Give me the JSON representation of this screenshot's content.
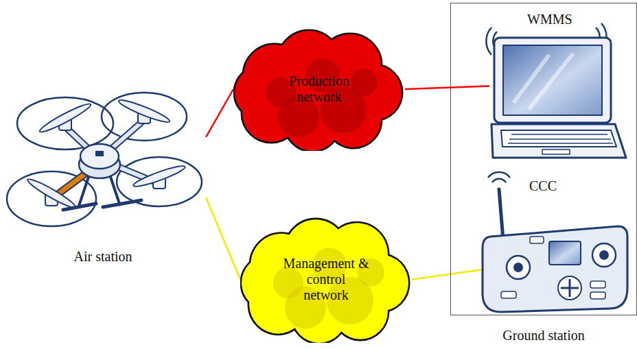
{
  "diagram": {
    "nodes": [
      {
        "text": [
          "Air station"
        ]
      },
      {
        "text": [
          "Production network"
        ]
      },
      {
        "text": [
          "Management & control network"
        ]
      },
      {
        "text": [
          "Ground station"
        ]
      },
      {
        "text": [
          "WMMS"
        ],
        "in": 3
      },
      {
        "text": [
          "CCC"
        ],
        "in": 3
      }
    ],
    "edges": [
      {
        "from": 0,
        "to": 1,
        "arrow": "none"
      },
      {
        "from": 1,
        "to": 4,
        "arrow": "none"
      },
      {
        "from": 0,
        "to": 2,
        "arrow": "none"
      },
      {
        "from": 2,
        "to": 5,
        "arrow": "none"
      }
    ]
  }
}
